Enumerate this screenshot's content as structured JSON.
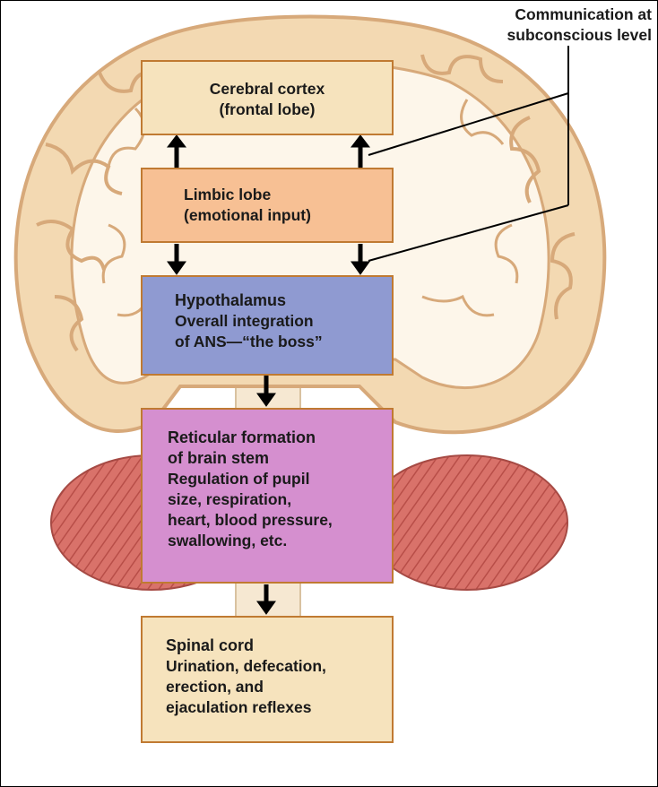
{
  "callout": {
    "line1": "Communication at",
    "line2": "subconscious level"
  },
  "boxes": {
    "cortex": {
      "line1": "Cerebral cortex",
      "line2": "(frontal lobe)",
      "color": "#f6e3bd"
    },
    "limbic": {
      "line1": "Limbic lobe",
      "line2": "(emotional input)",
      "color": "#f7c094"
    },
    "hypothalamus": {
      "title": "Hypothalamus",
      "line1": "Overall integration",
      "line2": "of ANS—“the boss”",
      "color": "#8f9ad1"
    },
    "reticular": {
      "title1": "Reticular formation",
      "title2": "of brain stem",
      "line1": "Regulation of pupil",
      "line2": "size, respiration,",
      "line3": "heart, blood pressure,",
      "line4": "swallowing, etc.",
      "color": "#d58fcf"
    },
    "spinal": {
      "title": "Spinal cord",
      "line1": "Urination, defecation,",
      "line2": "erection, and",
      "line3": "ejaculation reflexes",
      "color": "#f6e3bd"
    }
  },
  "colors": {
    "brain_fill": "#f3d9b2",
    "brain_outline": "#d7a97a",
    "cerebellum": "#d9726a",
    "box_border": "#c07a32",
    "arrow": "#000000"
  }
}
